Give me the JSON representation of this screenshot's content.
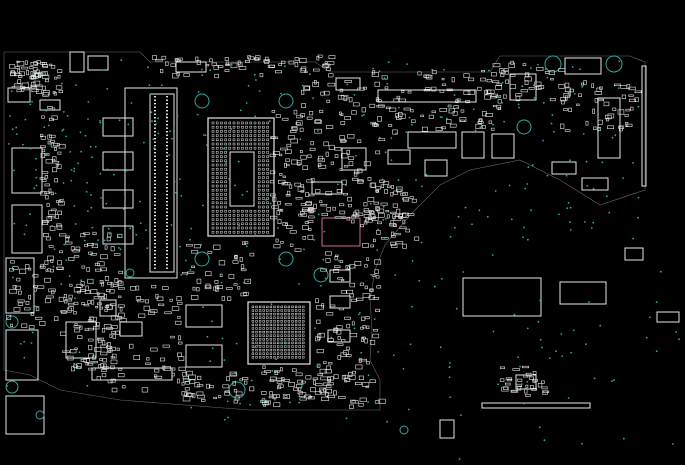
{
  "view": {
    "background": "#000000",
    "outline_color": "#e6e6e6",
    "via_color": "#2fa8a0",
    "highlight_color": "#d0679a"
  },
  "components": [
    {
      "name": "cpu-bga-package",
      "kind": "bga"
    },
    {
      "name": "gpu-bga-package",
      "kind": "bga"
    },
    {
      "name": "memory-module-slot",
      "kind": "connector"
    },
    {
      "name": "io-connector",
      "kind": "connector"
    },
    {
      "name": "ic-chip",
      "kind": "ic"
    },
    {
      "name": "mounting-hole",
      "kind": "hole"
    }
  ]
}
